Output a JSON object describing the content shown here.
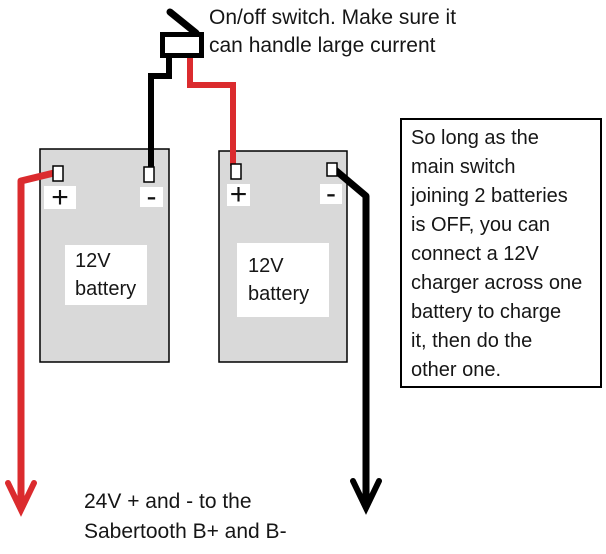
{
  "notes": {
    "switch": "On/off switch. Make sure it\ncan handle large current",
    "charging": "So long as the\nmain switch\njoining 2 batteries\nis OFF, you can\nconnect a 12V\ncharger across one\nbattery to charge\nit, then do the\nother one.",
    "output": "24V + and - to the\nSabertooth B+ and B-"
  },
  "batteries": {
    "left": {
      "label": "12V\nbattery",
      "plus": "+",
      "minus": "-"
    },
    "right": {
      "label": "12V\nbattery",
      "plus": "+",
      "minus": "-"
    }
  },
  "colors": {
    "positive_wire": "#db2b2e",
    "negative_wire": "#000000",
    "battery_fill": "#d9d9d9",
    "terminal_fill": "#ffffff",
    "outline": "#000000",
    "background": "#ffffff"
  }
}
